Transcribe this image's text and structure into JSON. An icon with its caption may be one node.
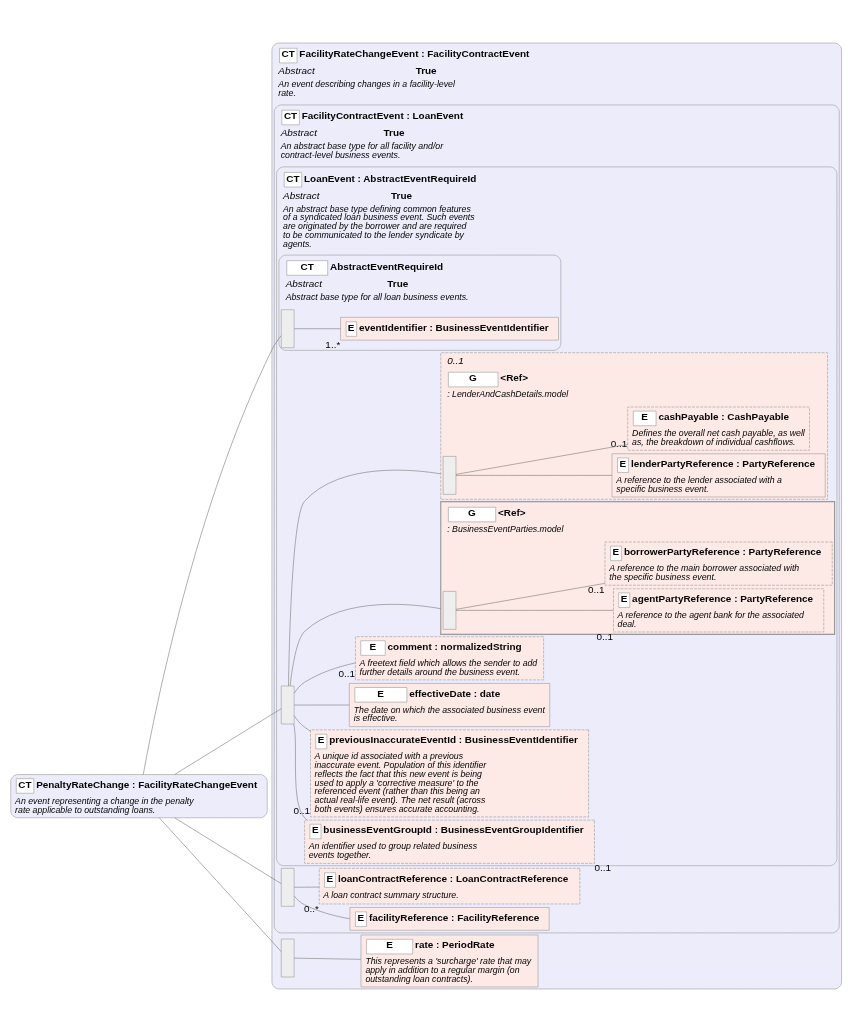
{
  "diagram": {
    "nodes": [
      {
        "text": [
          "CT",
          "PenaltyRateChange : FacilityRateChangeEvent",
          "An event representing a change in the penalty rate applicable to outstanding loans."
        ]
      },
      {
        "text": [
          "CT",
          "FacilityRateChangeEvent : FacilityContractEvent",
          "Abstract",
          "True",
          "An event describing changes in a facility-level rate."
        ]
      },
      {
        "text": [
          "CT",
          "FacilityContractEvent : LoanEvent",
          "Abstract",
          "True",
          "An abstract base type for all facility and/or contract-level business events."
        ],
        "in": 1
      },
      {
        "text": [
          "CT",
          "LoanEvent : AbstractEventRequireId",
          "Abstract",
          "True",
          "An abstract base type defining common features of a syndicated loan business event. Such events are originated by the borrower and are required to be communicated to the lender syndicate by agents."
        ],
        "in": 2
      },
      {
        "text": [
          "CT",
          "AbstractEventRequireId",
          "Abstract",
          "True",
          "Abstract base type for all loan business events."
        ],
        "in": 3
      },
      {
        "text": [],
        "shape": "box",
        "in": 4
      },
      {
        "text": [
          "E",
          "eventIdentifier : BusinessEventIdentifier"
        ],
        "beside": [
          "1..*"
        ],
        "in": 4
      },
      {
        "text": [],
        "shape": "box",
        "in": 3
      },
      {
        "text": [
          "E",
          "businessEventGroupId : BusinessEventGroupIdentifier",
          "An identifier used to group related business events together."
        ],
        "beside": [
          "0..1"
        ],
        "in": 3
      },
      {
        "text": [
          "E",
          "previousInaccurateEventId : BusinessEventIdentifier",
          "A unique id associated with a previous inaccurate event. Population of this identifier reflects the fact that this new event is being used to apply a 'corrective measure' to the referenced event (rather than this being an actual real-life event). The net result (across both events) ensures accurate accounting."
        ],
        "beside": [
          "0..1"
        ],
        "in": 3
      },
      {
        "text": [
          "G",
          "<Ref>",
          ": BusinessEventParties.model"
        ],
        "in": 3
      },
      {
        "text": [],
        "shape": "box",
        "in": 10
      },
      {
        "text": [
          "E",
          "agentPartyReference : PartyReference",
          "A reference to the agent bank for the associated deal."
        ],
        "beside": [
          "0..1"
        ],
        "in": 10
      },
      {
        "text": [
          "E",
          "borrowerPartyReference : PartyReference",
          "A reference to the main borrower associated with the specific business event."
        ],
        "beside": [
          "0..1"
        ],
        "in": 10
      },
      {
        "text": [
          "E",
          "effectiveDate : date",
          "The date on which the associated business event is effective."
        ],
        "in": 3
      },
      {
        "text": [
          "G",
          "<Ref>",
          ": LenderAndCashDetails.model"
        ],
        "beside": [
          "0..1"
        ],
        "in": 3
      },
      {
        "text": [],
        "shape": "box",
        "in": 15
      },
      {
        "text": [
          "E",
          "lenderPartyReference : PartyReference",
          "A reference to the lender associated with a specific business event."
        ],
        "in": 15
      },
      {
        "text": [
          "E",
          "cashPayable : CashPayable",
          "Defines the overall net cash payable, as well as, the breakdown of individual cashflows."
        ],
        "beside": [
          "0..1"
        ],
        "in": 15
      },
      {
        "text": [
          "E",
          "comment : normalizedString",
          "A freetext field which allows the sender to add further details around the business event."
        ],
        "beside": [
          "0..1"
        ],
        "in": 3
      },
      {
        "text": [],
        "shape": "box",
        "in": 2
      },
      {
        "text": [
          "E",
          "facilityReference : FacilityReference"
        ],
        "in": 2
      },
      {
        "text": [
          "E",
          "loanContractReference : LoanContractReference",
          "A loan contract summary structure."
        ],
        "beside": [
          "0..*"
        ],
        "in": 2
      },
      {
        "text": [],
        "shape": "box",
        "in": 1
      },
      {
        "text": [
          "E",
          "rate : PeriodRate",
          "This represents a 'surcharge' rate that may apply in addition to a regular margin (on outstanding loan contracts)."
        ],
        "in": 1
      }
    ],
    "edges": [
      {
        "from": 0,
        "to": 23,
        "arrow": "none"
      },
      {
        "from": 0,
        "to": 20,
        "arrow": "none"
      },
      {
        "from": 0,
        "to": 5,
        "arrow": "none"
      },
      {
        "from": 0,
        "to": 7,
        "arrow": "none"
      },
      {
        "from": 5,
        "to": 6,
        "arrow": "none"
      },
      {
        "from": 7,
        "to": 8,
        "arrow": "none"
      },
      {
        "from": 7,
        "to": 9,
        "arrow": "none"
      },
      {
        "from": 7,
        "to": 10,
        "arrow": "none"
      },
      {
        "from": 11,
        "to": 12,
        "arrow": "none"
      },
      {
        "from": 11,
        "to": 13,
        "arrow": "none"
      },
      {
        "from": 7,
        "to": 14,
        "arrow": "none"
      },
      {
        "from": 7,
        "to": 15,
        "arrow": "none"
      },
      {
        "from": 16,
        "to": 17,
        "arrow": "none"
      },
      {
        "from": 16,
        "to": 18,
        "arrow": "none"
      },
      {
        "from": 7,
        "to": 19,
        "arrow": "none"
      },
      {
        "from": 20,
        "to": 21,
        "arrow": "none"
      },
      {
        "from": 20,
        "to": 22,
        "arrow": "none"
      },
      {
        "from": 23,
        "to": 24,
        "arrow": "none"
      }
    ]
  }
}
